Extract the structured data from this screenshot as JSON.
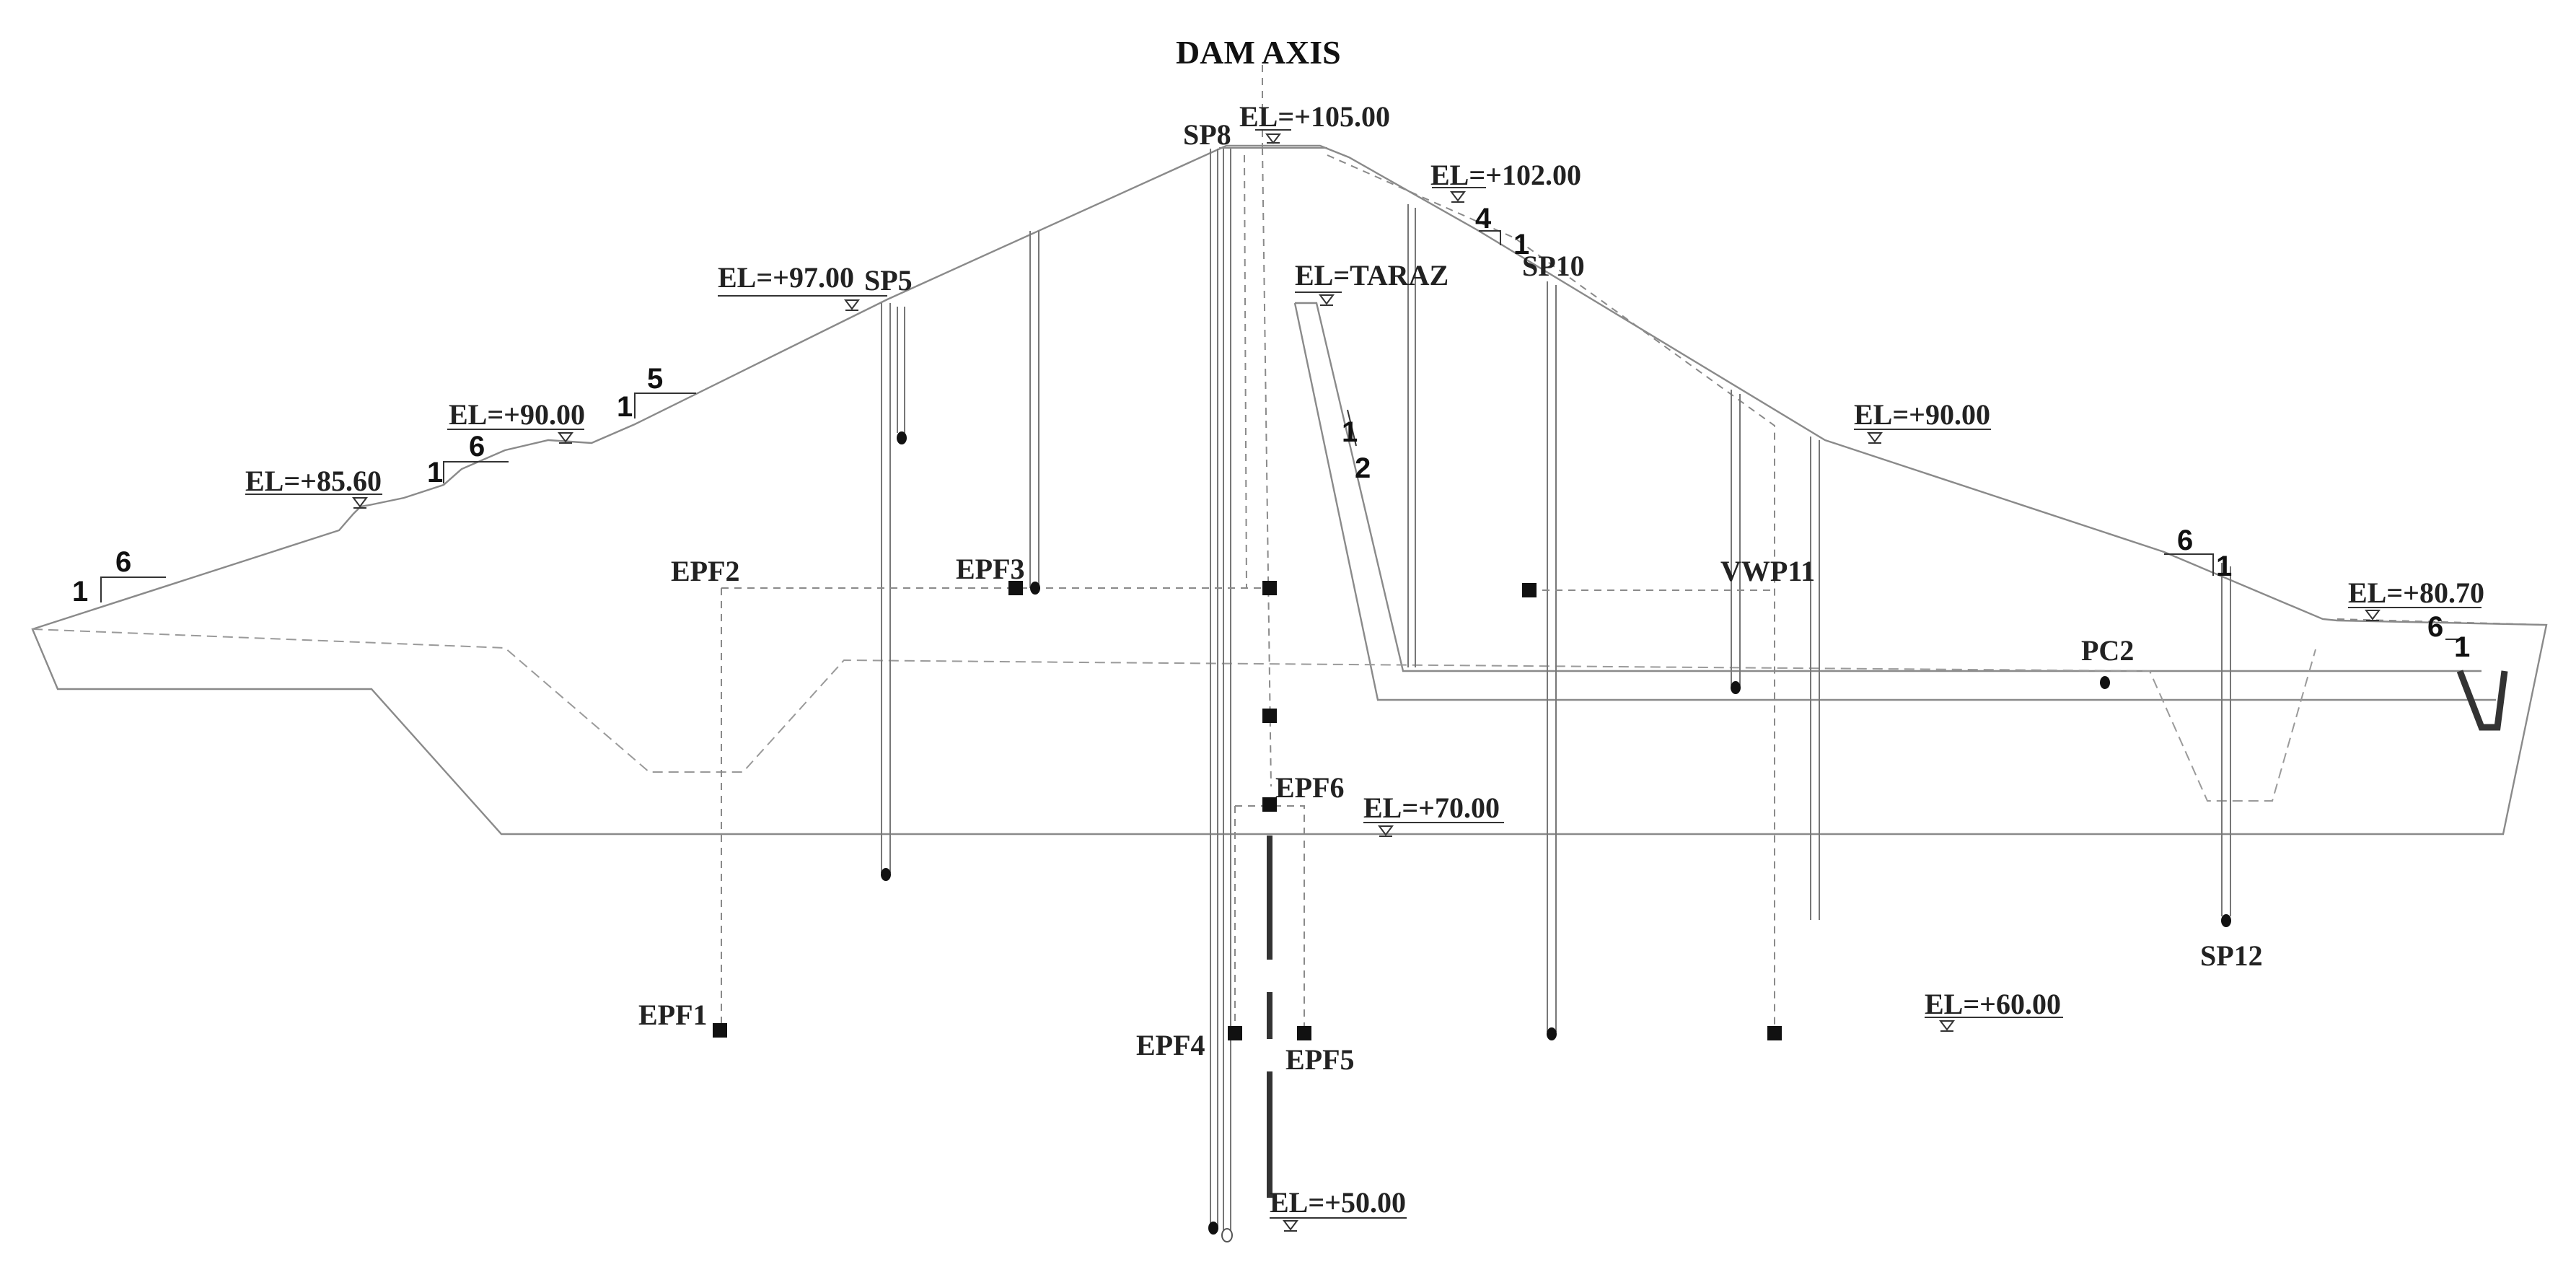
{
  "title": "DAM AXIS",
  "elevations": {
    "crest": "EL=+105.00",
    "down_berm_1": "EL=+102.00",
    "up_berm_1": "EL=+97.00",
    "up_berm_2": "EL=+90.00",
    "up_berm_3": "EL=+85.60",
    "down_berm_2": "EL=+90.00",
    "toe_down": "EL=+80.70",
    "taraz": "EL=TARAZ",
    "foundation": "EL=+70.00",
    "lower": "EL=+60.00",
    "bottom": "EL=+50.00"
  },
  "slopes": {
    "up1_v": "1",
    "up1_h": "5",
    "up2_v": "1",
    "up2_h": "6",
    "up3_v": "1",
    "up3_h": "6",
    "core_v": "1",
    "core_h": "2",
    "dn1_h": "4",
    "dn1_v": "1",
    "dn2_h": "6",
    "dn2_v": "1",
    "dn3_h": "6",
    "dn3_v": "1"
  },
  "instruments": {
    "sp8": "SP8",
    "sp5": "SP5",
    "sp10": "SP10",
    "sp12": "SP12",
    "epf1": "EPF1",
    "epf2": "EPF2",
    "epf3": "EPF3",
    "epf4": "EPF4",
    "epf5": "EPF5",
    "epf6": "EPF6",
    "vwp11": "VWP11",
    "pc2": "PC2"
  }
}
